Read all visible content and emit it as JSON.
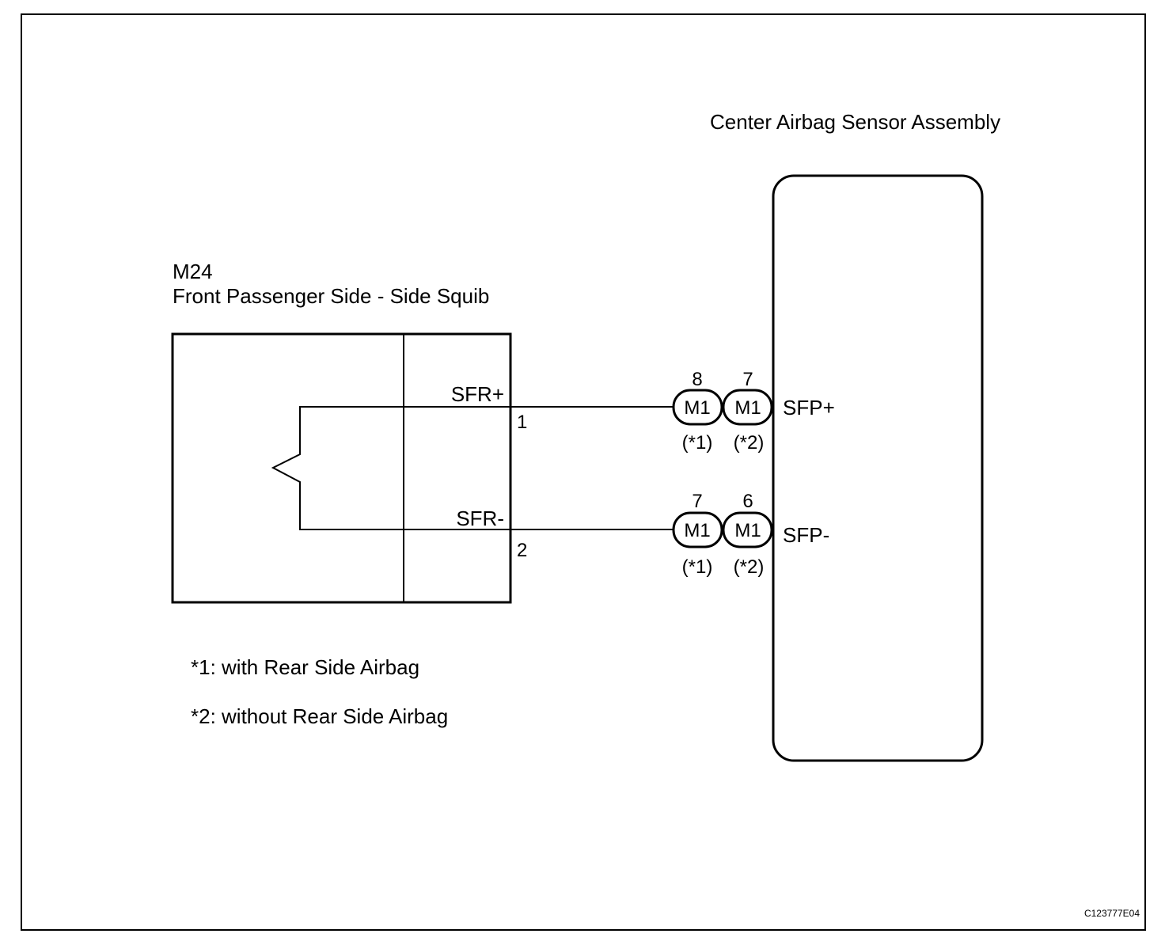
{
  "ecu": {
    "title": "Center Airbag Sensor Assembly"
  },
  "squib": {
    "code": "M24",
    "name": "Front Passenger Side - Side Squib",
    "pins": [
      {
        "signal": "SFR+",
        "number": "1"
      },
      {
        "signal": "SFR-",
        "number": "2"
      }
    ]
  },
  "connections": [
    {
      "ecu_terminal": "SFP+",
      "connectors": [
        {
          "pin": "8",
          "name": "M1",
          "variant": "(*1)"
        },
        {
          "pin": "7",
          "name": "M1",
          "variant": "(*2)"
        }
      ]
    },
    {
      "ecu_terminal": "SFP-",
      "connectors": [
        {
          "pin": "7",
          "name": "M1",
          "variant": "(*1)"
        },
        {
          "pin": "6",
          "name": "M1",
          "variant": "(*2)"
        }
      ]
    }
  ],
  "notes": [
    "*1: with Rear Side Airbag",
    "*2: without Rear Side Airbag"
  ],
  "image_code": "C123777E04"
}
